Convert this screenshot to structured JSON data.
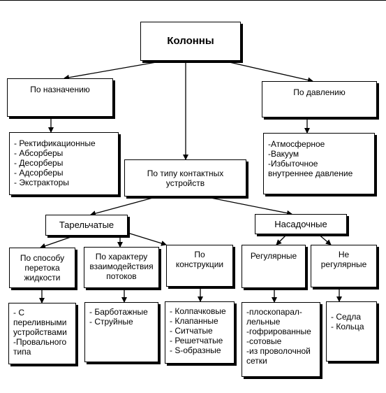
{
  "root": {
    "label": "Колонны"
  },
  "by_purpose": {
    "label": "По назначению",
    "items": [
      "- Ректификационные",
      "- Абсорберы",
      "- Десорберы",
      "- Адсорберы",
      "- Экстракторы"
    ]
  },
  "by_pressure": {
    "label": "По давлению",
    "items": [
      "-Атмосферное",
      "-Вакуум",
      "-Избыточное",
      "внутреннее давление"
    ]
  },
  "by_contact": {
    "label_lines": [
      "По типу контактных",
      "устройств"
    ]
  },
  "tray": {
    "label": "Тарельчатые",
    "by_flow": {
      "label_lines": [
        "По способу",
        "перетока",
        "жидкости"
      ],
      "items": [
        "- С",
        "переливными",
        "устройствами",
        "-Провального",
        "типа"
      ]
    },
    "by_interaction": {
      "label_lines": [
        "По характеру",
        "взаимодействия",
        "потоков"
      ],
      "items": [
        "- Барботажные",
        "- Струйные"
      ]
    },
    "by_design": {
      "label_lines": [
        "По",
        "конструкции"
      ],
      "items": [
        "- Колпачковые",
        "- Клапанные",
        "- Ситчатые",
        "- Решетчатые",
        "- S-образные"
      ]
    }
  },
  "packed": {
    "label": "Насадочные",
    "regular": {
      "label": "Регулярные",
      "items": [
        "-плоскопарал-",
        "лельные",
        "-гофрированные",
        "-сотовые",
        "-из проволочной",
        "сетки"
      ]
    },
    "irregular": {
      "label_lines": [
        "Не",
        "регулярные"
      ],
      "items": [
        "- Седла",
        "- Кольца"
      ]
    }
  }
}
